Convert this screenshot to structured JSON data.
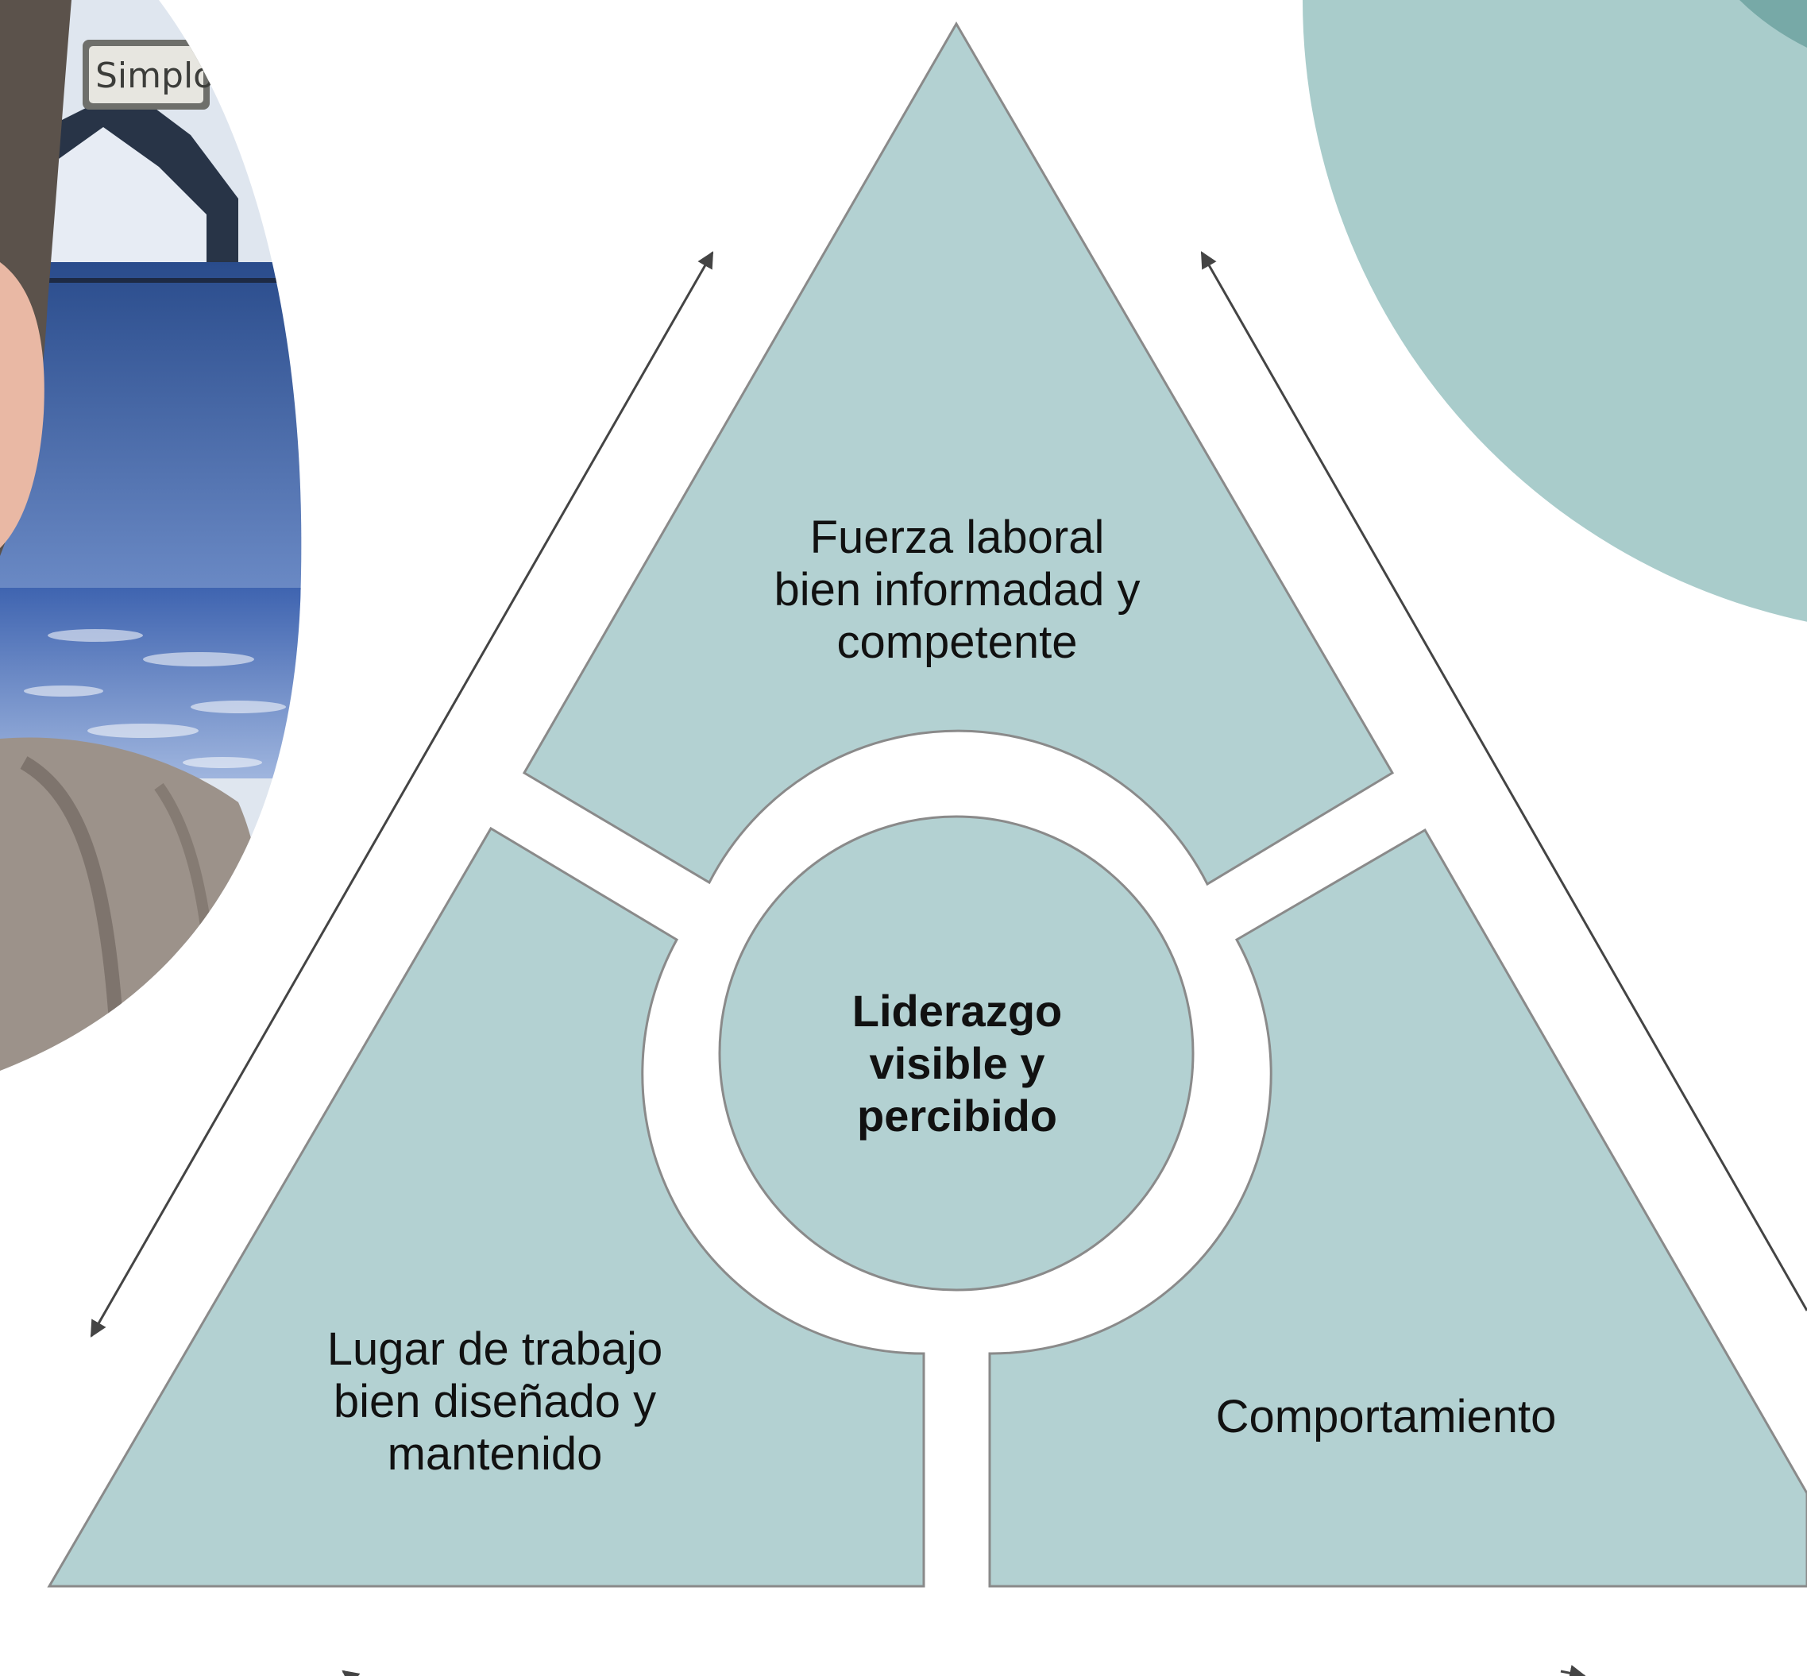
{
  "diagram": {
    "center": {
      "lines": [
        "Liderazgo",
        "visible y",
        "percibido"
      ]
    },
    "top_segment": {
      "lines": [
        "Fuerza laboral",
        "bien informadad y",
        "competente"
      ]
    },
    "left_segment": {
      "lines": [
        "Lugar de trabajo",
        "bien diseñado y",
        "mantenido"
      ]
    },
    "right_segment": {
      "lines": [
        "Comportamiento"
      ]
    },
    "photo": {
      "sign_text": "Simplo"
    }
  },
  "colors": {
    "segment_fill": "#b3d1d2",
    "segment_stroke": "#8a8a8a",
    "decor_circle": "#a9cccb",
    "decor_circle_dark": "#77a9a7",
    "arrow": "#444444"
  }
}
